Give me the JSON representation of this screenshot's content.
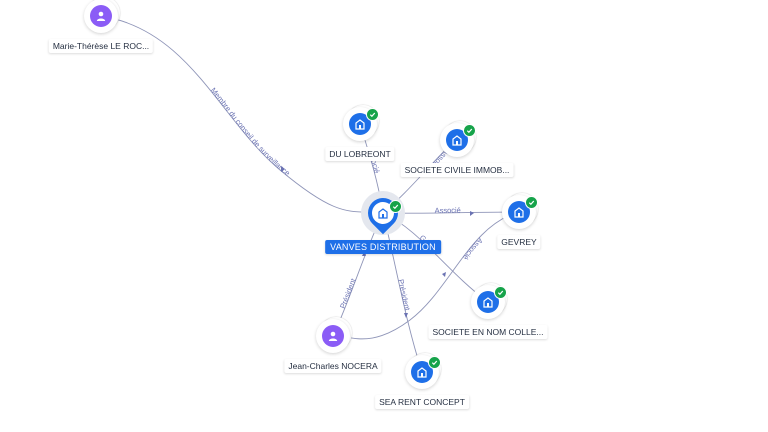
{
  "graph": {
    "center": {
      "name": "VANVES DISTRIBUTION",
      "icon": "building-icon"
    },
    "nodes": [
      {
        "id": "marie",
        "name": "Marie-Thérèse LE ROC...",
        "type": "person",
        "icon": "person-icon",
        "verified": false
      },
      {
        "id": "lobreont",
        "name": "DU LOBREONT",
        "type": "company",
        "icon": "building-icon",
        "verified": true
      },
      {
        "id": "civile",
        "name": "SOCIETE CIVILE IMMOB...",
        "type": "company",
        "icon": "building-icon",
        "verified": true
      },
      {
        "id": "gevrey",
        "name": "GEVREY",
        "type": "company",
        "icon": "building-icon",
        "verified": true
      },
      {
        "id": "nomcoll",
        "name": "SOCIETE EN NOM COLLE...",
        "type": "company",
        "icon": "building-icon",
        "verified": true
      },
      {
        "id": "searent",
        "name": "SEA RENT CONCEPT",
        "type": "company",
        "icon": "building-icon",
        "verified": true
      },
      {
        "id": "jean",
        "name": "Jean-Charles NOCERA",
        "type": "person",
        "icon": "person-icon",
        "verified": false
      }
    ],
    "edges": [
      {
        "id": "e1",
        "label": "Membre du conseil de surveillance"
      },
      {
        "id": "e2",
        "label": "Associé"
      },
      {
        "id": "e3",
        "label": "Associé"
      },
      {
        "id": "e4",
        "label": "Associé"
      },
      {
        "id": "e5",
        "label": "Gérant"
      },
      {
        "id": "e5b",
        "label": "Associé"
      },
      {
        "id": "e6",
        "label": "Président"
      },
      {
        "id": "e7",
        "label": "Président"
      }
    ]
  }
}
